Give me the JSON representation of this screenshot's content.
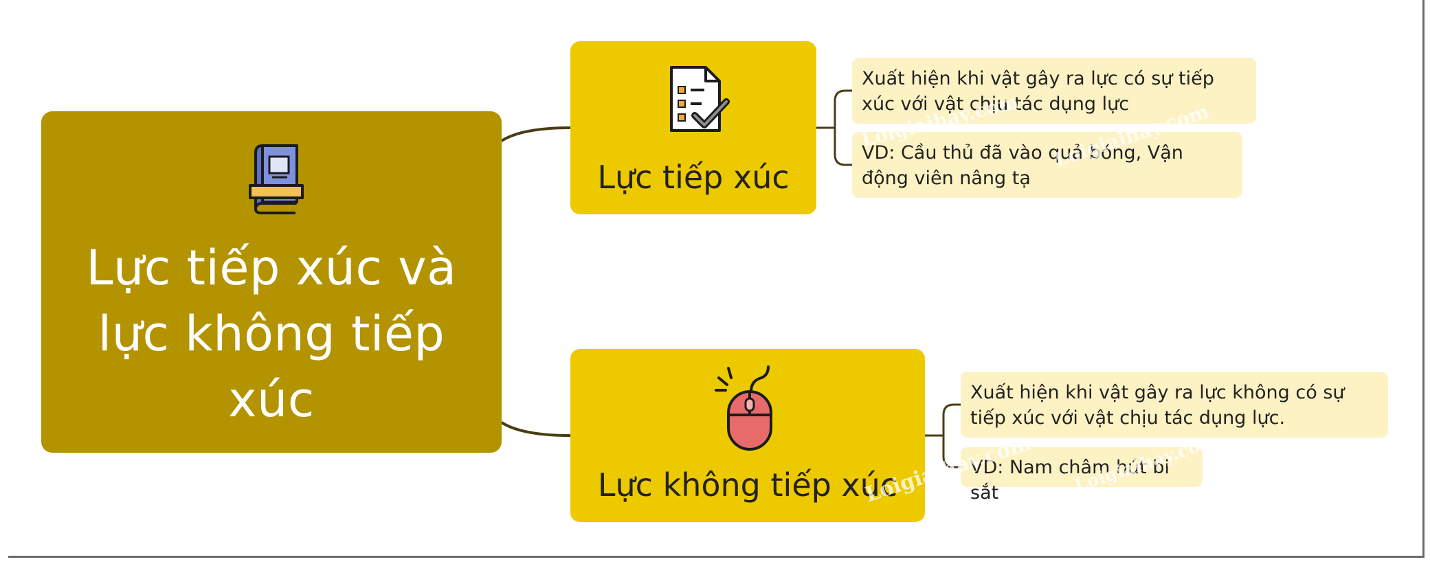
{
  "root": {
    "title": "Lực tiếp xúc và lực không tiếp xúc",
    "icon": "book-icon"
  },
  "branches": [
    {
      "title": "Lực tiếp xúc",
      "icon": "checklist-icon",
      "leaves": [
        "Xuất hiện khi vật gây ra lực có sự tiếp xúc với vật chịu tác dụng lực",
        "VD: Cầu thủ đã vào quả bóng, Vận động viên nâng tạ"
      ]
    },
    {
      "title": "Lực không tiếp xúc",
      "icon": "mouse-icon",
      "leaves": [
        "Xuất hiện khi vật gây ra lực không có sự tiếp xúc với vật chịu tác dụng lực.",
        "VD: Nam châm hút bi sắt"
      ]
    }
  ],
  "watermarks": [
    "Loigiaihay.com",
    "Loigiaihay.com",
    "Loigiaihay.com",
    "Loigiaihay.com"
  ],
  "colors": {
    "root_bg": "#b39300",
    "branch_bg": "#edc900",
    "leaf_bg": "#fdf2c4",
    "connector": "#4a3c14"
  }
}
